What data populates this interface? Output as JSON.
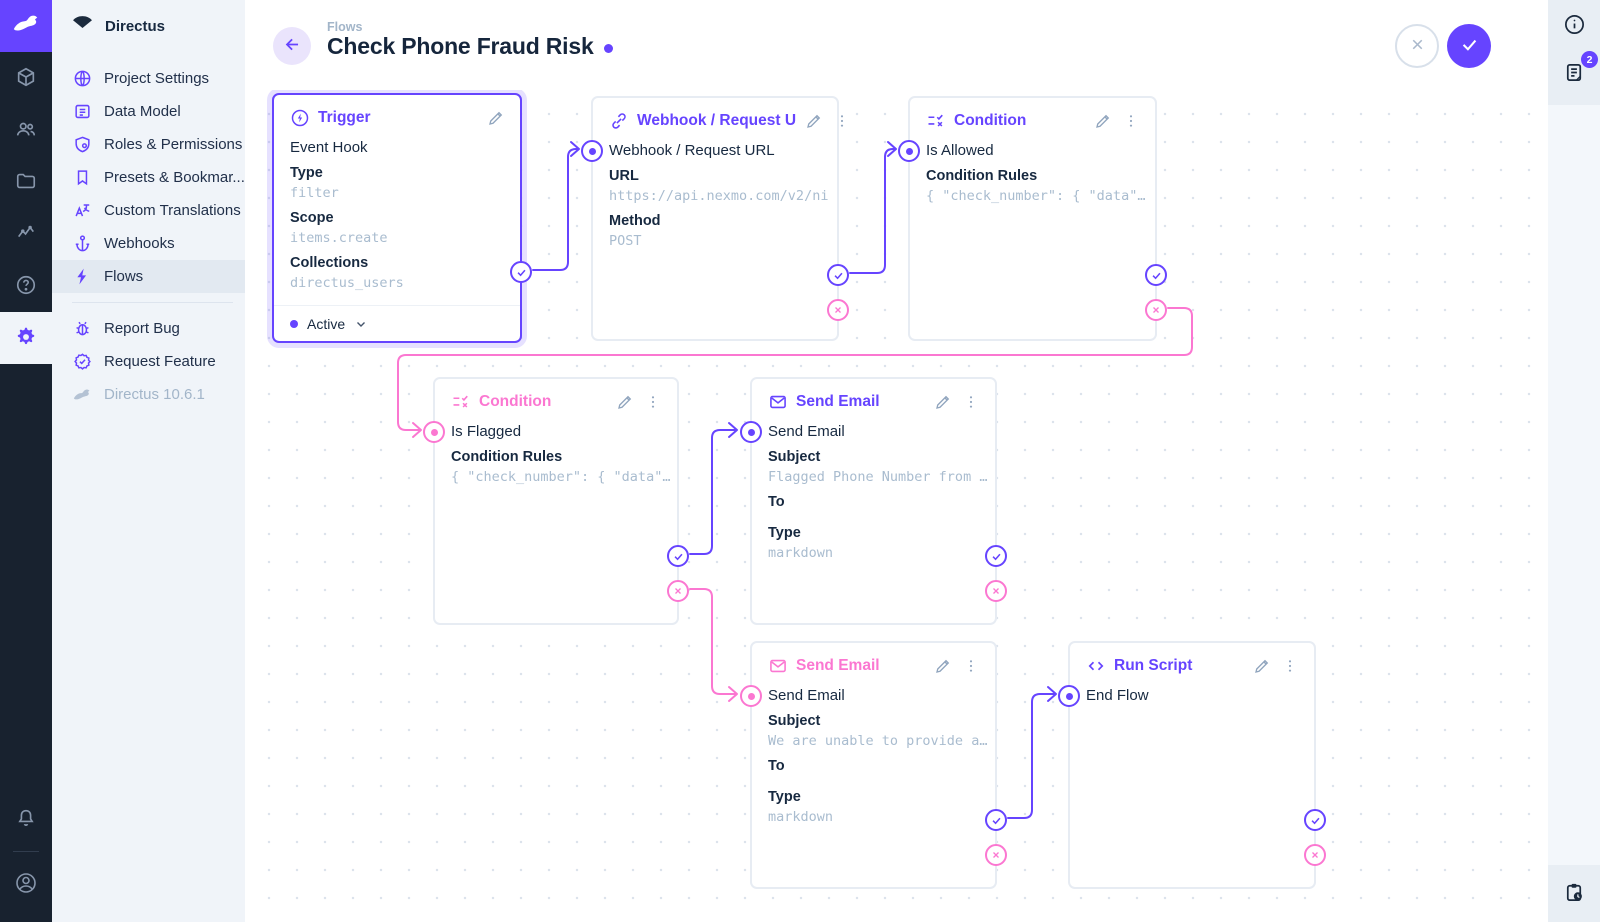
{
  "app": {
    "brand": "Directus"
  },
  "module_bar": {
    "modules": [
      {
        "icon": "cube-icon",
        "name": "content"
      },
      {
        "icon": "users-icon",
        "name": "users"
      },
      {
        "icon": "folder-icon",
        "name": "files"
      },
      {
        "icon": "insights-icon",
        "name": "insights"
      },
      {
        "icon": "help-icon",
        "name": "docs"
      },
      {
        "icon": "gear-icon",
        "name": "settings",
        "active": true
      }
    ]
  },
  "sidebar": {
    "project_name": "Directus",
    "items": [
      {
        "label": "Project Settings",
        "icon": "globe-icon"
      },
      {
        "label": "Data Model",
        "icon": "data-model-icon"
      },
      {
        "label": "Roles & Permissions",
        "icon": "shield-icon"
      },
      {
        "label": "Presets & Bookmar...",
        "icon": "bookmark-icon"
      },
      {
        "label": "Custom Translations",
        "icon": "translate-icon"
      },
      {
        "label": "Webhooks",
        "icon": "anchor-icon"
      },
      {
        "label": "Flows",
        "icon": "bolt-icon",
        "active": true
      }
    ],
    "footer_items": [
      {
        "label": "Report Bug",
        "icon": "bug-icon"
      },
      {
        "label": "Request Feature",
        "icon": "badge-check-icon"
      }
    ],
    "version_label": "Directus 10.6.1"
  },
  "header": {
    "breadcrumb": "Flows",
    "title": "Check Phone Fraud Risk",
    "has_unsaved_dot": true
  },
  "right_sidebar": {
    "notifications_badge": "2"
  },
  "flow": {
    "panels": [
      {
        "id": "trigger",
        "title": "Trigger",
        "name": "Event Hook",
        "accent": "purple",
        "selected": true,
        "status": "Active",
        "fields": [
          {
            "label": "Type",
            "value": "filter"
          },
          {
            "label": "Scope",
            "value": "items.create"
          },
          {
            "label": "Collections",
            "value": "directus_users"
          }
        ]
      },
      {
        "id": "webhook",
        "title": "Webhook / Request U",
        "name": "Webhook / Request URL",
        "accent": "purple",
        "fields": [
          {
            "label": "URL",
            "value": "https://api.nexmo.com/v2/ni"
          },
          {
            "label": "Method",
            "value": "POST"
          }
        ]
      },
      {
        "id": "condition-allowed",
        "title": "Condition",
        "name": "Is Allowed",
        "accent": "purple",
        "fields": [
          {
            "label": "Condition Rules",
            "value": "{ \"check_number\": { \"data\"…"
          }
        ]
      },
      {
        "id": "condition-flagged",
        "title": "Condition",
        "name": "Is Flagged",
        "accent": "pink",
        "fields": [
          {
            "label": "Condition Rules",
            "value": "{ \"check_number\": { \"data\"…"
          }
        ]
      },
      {
        "id": "send-email-flagged",
        "title": "Send Email",
        "name": "Send Email",
        "accent": "purple",
        "fields": [
          {
            "label": "Subject",
            "value": "Flagged Phone Number from …"
          },
          {
            "label": "To",
            "value": ""
          },
          {
            "label": "Type",
            "value": "markdown"
          }
        ]
      },
      {
        "id": "send-email-unable",
        "title": "Send Email",
        "name": "Send Email",
        "accent": "pink",
        "fields": [
          {
            "label": "Subject",
            "value": "We are unable to provide a…"
          },
          {
            "label": "To",
            "value": ""
          },
          {
            "label": "Type",
            "value": "markdown"
          }
        ]
      },
      {
        "id": "run-script",
        "title": "Run Script",
        "name": "End Flow",
        "accent": "purple",
        "fields": []
      }
    ]
  },
  "colors": {
    "accent_purple": "#6644ff",
    "reject_pink": "#fb77d1",
    "text_dark": "#172940",
    "value_muted": "#a9bccf"
  }
}
